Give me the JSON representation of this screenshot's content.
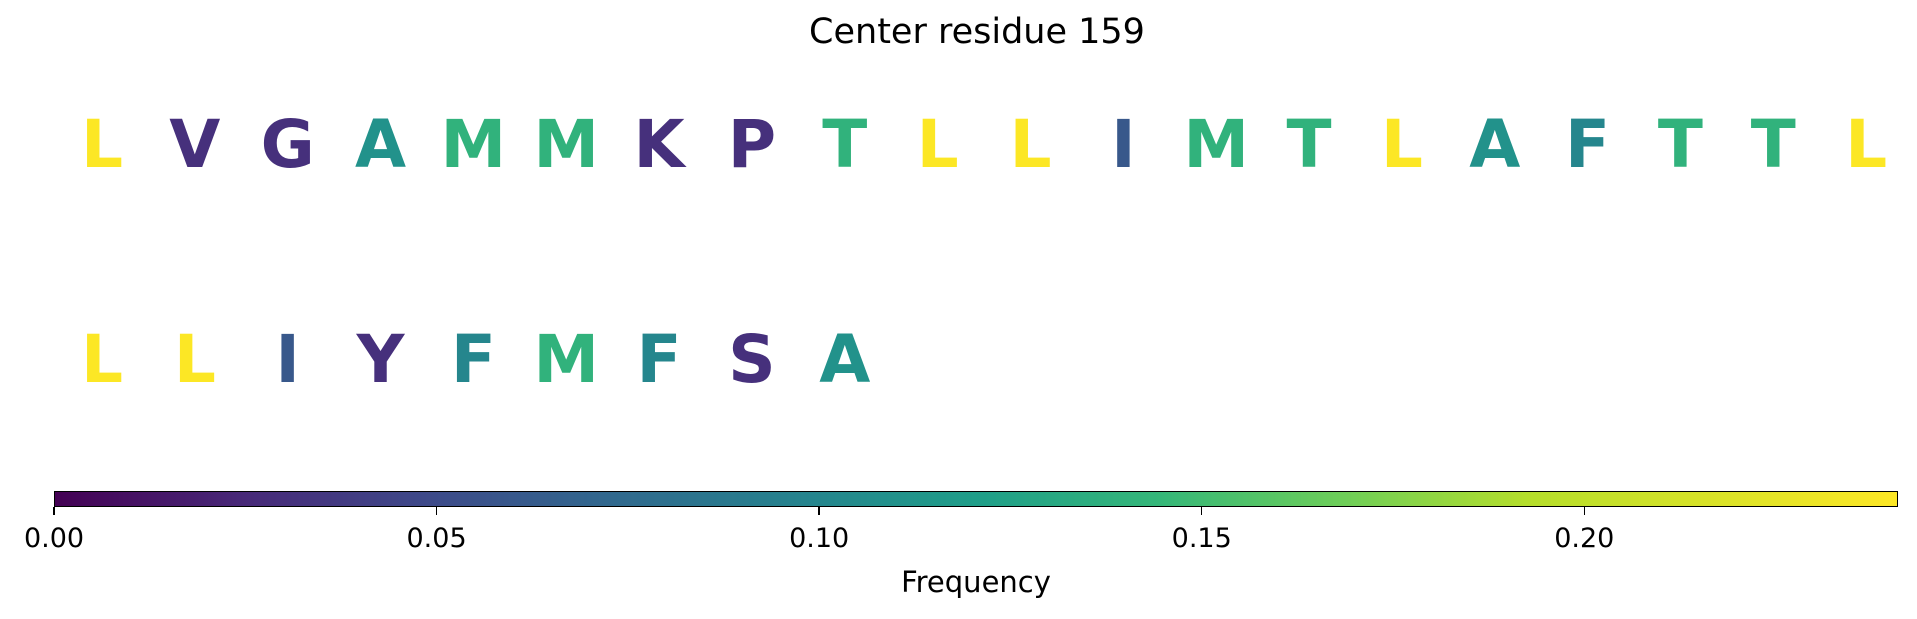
{
  "chart_data": {
    "type": "sequence-logo",
    "title": "Center residue 159",
    "residues": [
      {
        "letter": "L",
        "frequency": 0.24
      },
      {
        "letter": "V",
        "frequency": 0.03
      },
      {
        "letter": "G",
        "frequency": 0.03
      },
      {
        "letter": "A",
        "frequency": 0.11
      },
      {
        "letter": "M",
        "frequency": 0.14
      },
      {
        "letter": "M",
        "frequency": 0.14
      },
      {
        "letter": "K",
        "frequency": 0.03
      },
      {
        "letter": "P",
        "frequency": 0.03
      },
      {
        "letter": "T",
        "frequency": 0.14
      },
      {
        "letter": "L",
        "frequency": 0.24
      },
      {
        "letter": "L",
        "frequency": 0.24
      },
      {
        "letter": "I",
        "frequency": 0.06
      },
      {
        "letter": "M",
        "frequency": 0.14
      },
      {
        "letter": "T",
        "frequency": 0.14
      },
      {
        "letter": "L",
        "frequency": 0.24
      },
      {
        "letter": "A",
        "frequency": 0.11
      },
      {
        "letter": "F",
        "frequency": 0.1
      },
      {
        "letter": "T",
        "frequency": 0.14
      },
      {
        "letter": "T",
        "frequency": 0.14
      },
      {
        "letter": "L",
        "frequency": 0.24
      },
      {
        "letter": "L",
        "frequency": 0.24
      },
      {
        "letter": "L",
        "frequency": 0.24
      },
      {
        "letter": "I",
        "frequency": 0.06
      },
      {
        "letter": "Y",
        "frequency": 0.03
      },
      {
        "letter": "F",
        "frequency": 0.1
      },
      {
        "letter": "M",
        "frequency": 0.14
      },
      {
        "letter": "F",
        "frequency": 0.1
      },
      {
        "letter": "S",
        "frequency": 0.03
      },
      {
        "letter": "A",
        "frequency": 0.11
      }
    ],
    "colorbar": {
      "label": "Frequency",
      "colormap": "viridis",
      "range": [
        0,
        0.241
      ],
      "ticks": [
        0.0,
        0.05,
        0.1,
        0.15,
        0.2
      ],
      "tick_labels": [
        "0.00",
        "0.05",
        "0.10",
        "0.15",
        "0.20"
      ]
    }
  }
}
